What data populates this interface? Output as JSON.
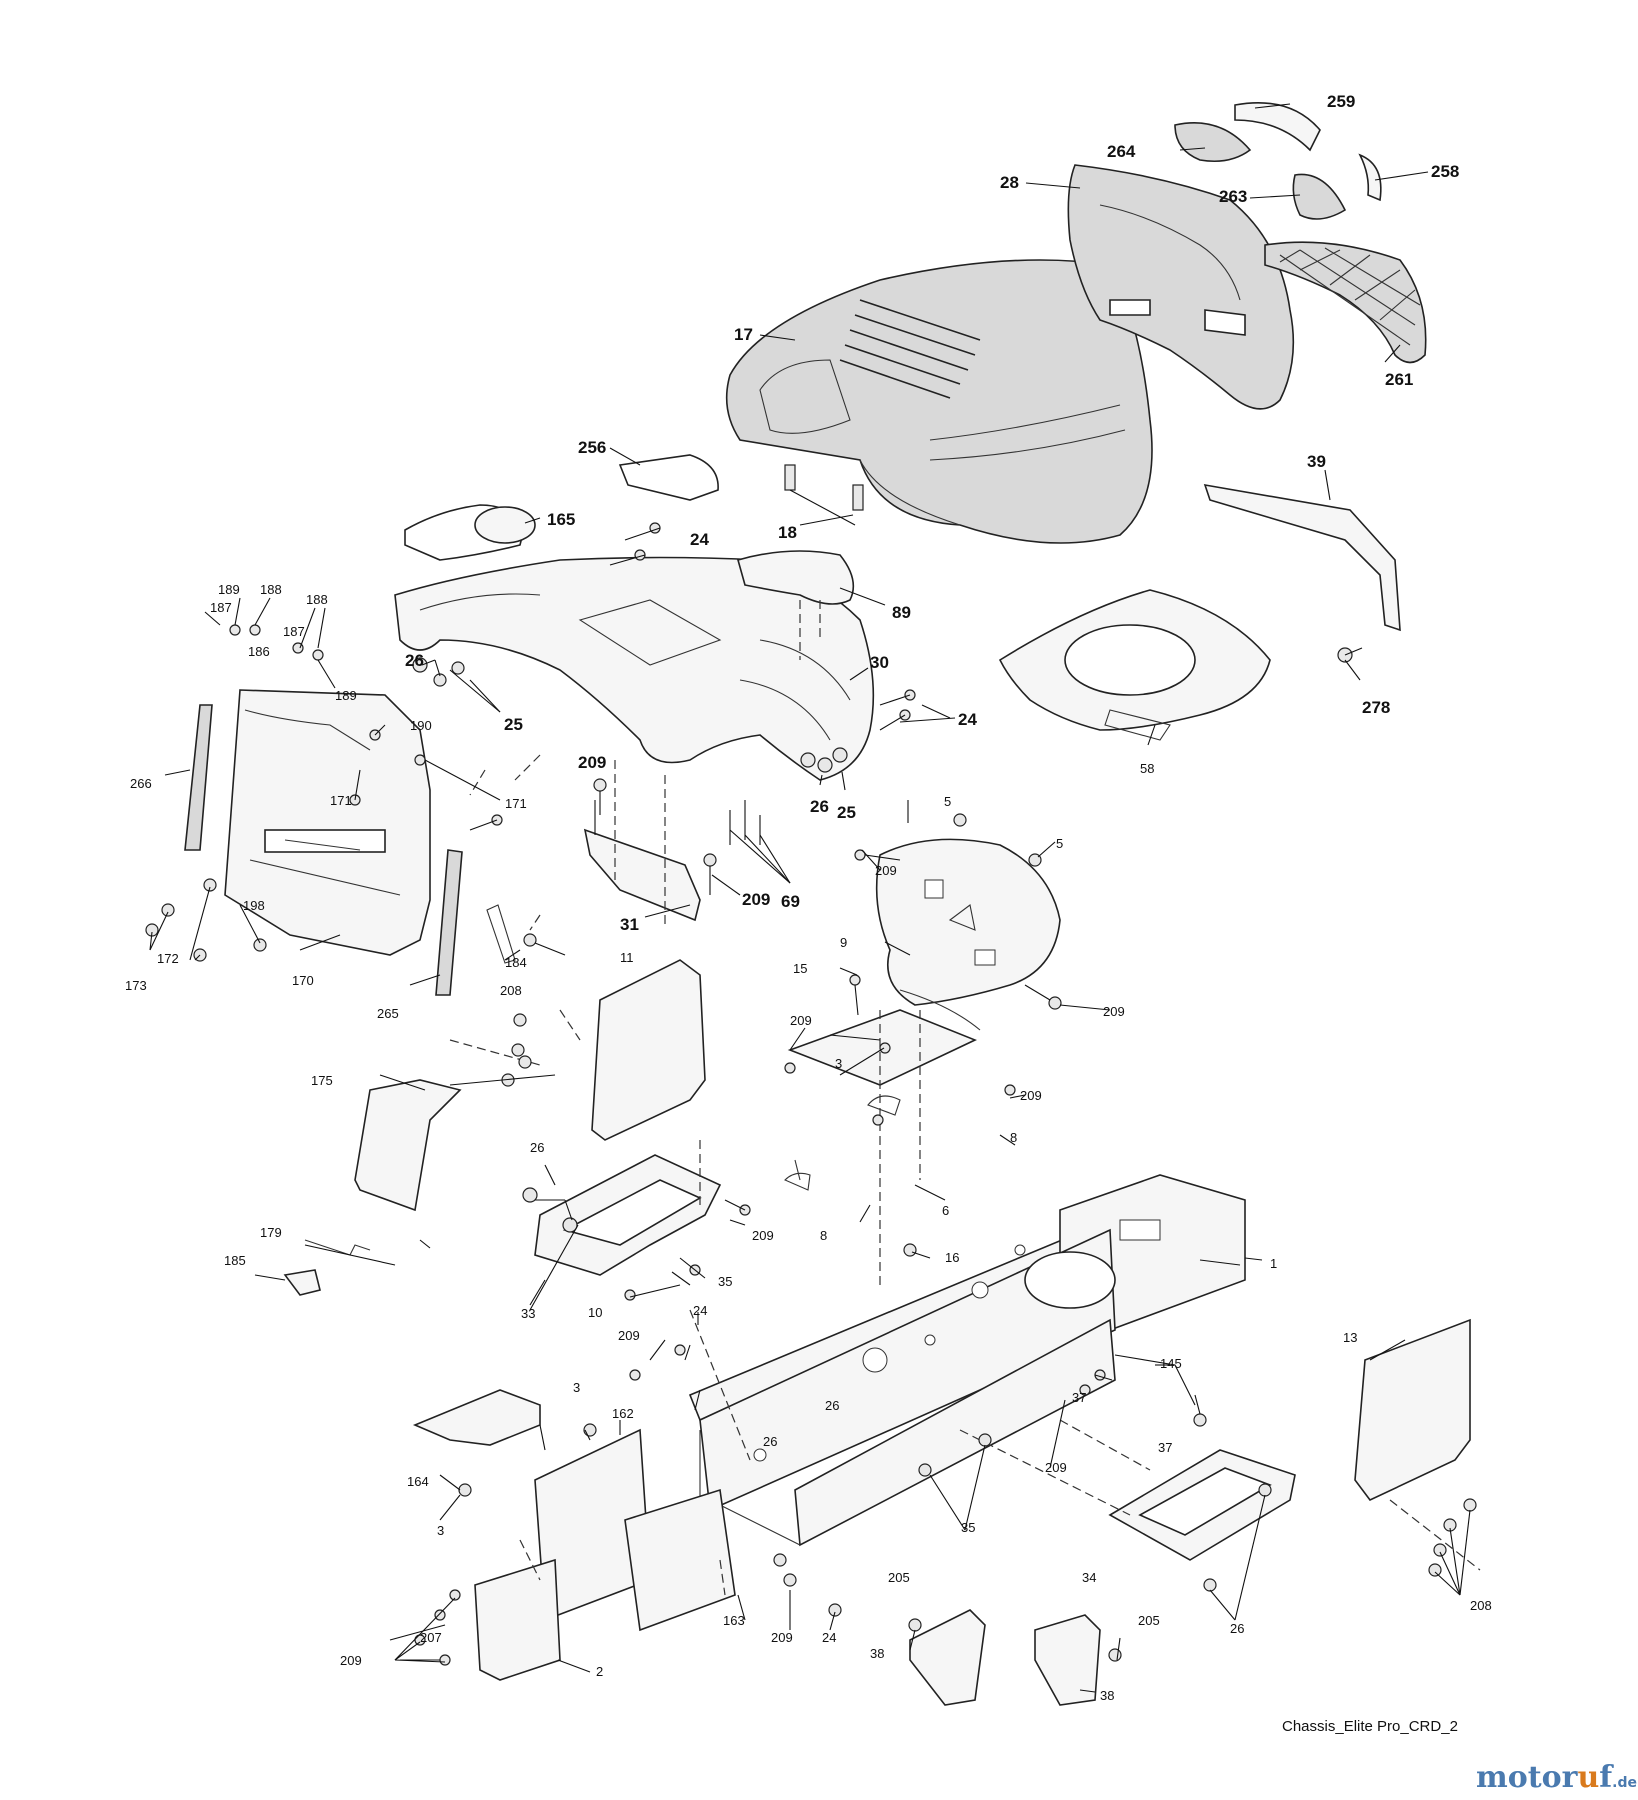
{
  "caption": "Chassis_Elite Pro_CRD_2",
  "brand": {
    "name_start": "motor",
    "name_accent": "u",
    "name_end": "f",
    "tld": ".de"
  },
  "parts": {
    "p1": "1",
    "p2": "2",
    "p3a": "3",
    "p3b": "3",
    "p3c": "3",
    "p5a": "5",
    "p5b": "5",
    "p6": "6",
    "p8a": "8",
    "p8b": "8",
    "p9": "9",
    "p10": "10",
    "p11": "11",
    "p13": "13",
    "p15": "15",
    "p16": "16",
    "p17": "17",
    "p18": "18",
    "p24a": "24",
    "p24b": "24",
    "p24c": "24",
    "p24d": "24",
    "p25a": "25",
    "p25b": "25",
    "p26a": "26",
    "p26b": "26",
    "p26c": "26",
    "p26d": "26",
    "p26e": "26",
    "p26f": "26",
    "p28": "28",
    "p30": "30",
    "p31": "31",
    "p33": "33",
    "p34": "34",
    "p35a": "35",
    "p35b": "35",
    "p37a": "37",
    "p37b": "37",
    "p38a": "38",
    "p38b": "38",
    "p39": "39",
    "p58": "58",
    "p69": "69",
    "p89": "89",
    "p145": "145",
    "p162": "162",
    "p163": "163",
    "p164": "164",
    "p165": "165",
    "p170": "170",
    "p171a": "171",
    "p171b": "171",
    "p172": "172",
    "p173": "173",
    "p175": "175",
    "p179": "179",
    "p184": "184",
    "p185": "185",
    "p186": "186",
    "p187a": "187",
    "p187b": "187",
    "p188a": "188",
    "p188b": "188",
    "p189a": "189",
    "p189b": "189",
    "p190": "190",
    "p198": "198",
    "p205a": "205",
    "p205b": "205",
    "p207": "207",
    "p208a": "208",
    "p208b": "208",
    "p209a": "209",
    "p209b": "209",
    "p209c": "209",
    "p209d": "209",
    "p209e": "209",
    "p209f": "209",
    "p209g": "209",
    "p209h": "209",
    "p209i": "209",
    "p209j": "209",
    "p256": "256",
    "p258": "258",
    "p259": "259",
    "p261": "261",
    "p263": "263",
    "p264": "264",
    "p265": "265",
    "p266": "266",
    "p278": "278"
  }
}
